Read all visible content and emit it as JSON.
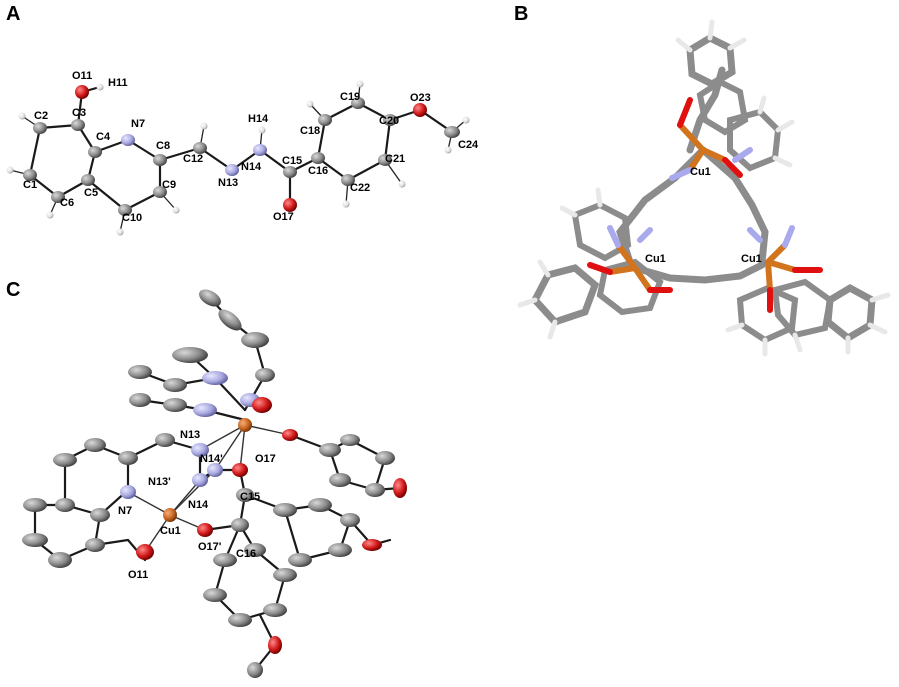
{
  "colors": {
    "carbon": "#8a8a8a",
    "nitrogen": "#a8a8e0",
    "oxygen": "#d01818",
    "copper": "#c8641e",
    "hydrogen": "#e6e6e6",
    "stick_carbon": "#8c8c8c",
    "stick_nitrogen": "#a9a9ee",
    "stick_oxygen": "#e01010",
    "stick_copper": "#d2731e"
  },
  "panels": {
    "a": {
      "letter": "A",
      "labels": [
        "O11",
        "H11",
        "C2",
        "C3",
        "N7",
        "C4",
        "C8",
        "C12",
        "H14",
        "C19",
        "O23",
        "C18",
        "C20",
        "C1",
        "C6",
        "C5",
        "C9",
        "N13",
        "N14",
        "C15",
        "C16",
        "C21",
        "C24",
        "C10",
        "O17",
        "C22"
      ]
    },
    "b": {
      "letter": "B",
      "labels": [
        "Cu1",
        "Cu1",
        "Cu1"
      ]
    },
    "c": {
      "letter": "C",
      "labels": [
        "N13",
        "N14'",
        "O17",
        "N13'",
        "N7",
        "N14",
        "C15",
        "Cu1",
        "O17'",
        "C16",
        "O11"
      ]
    }
  }
}
